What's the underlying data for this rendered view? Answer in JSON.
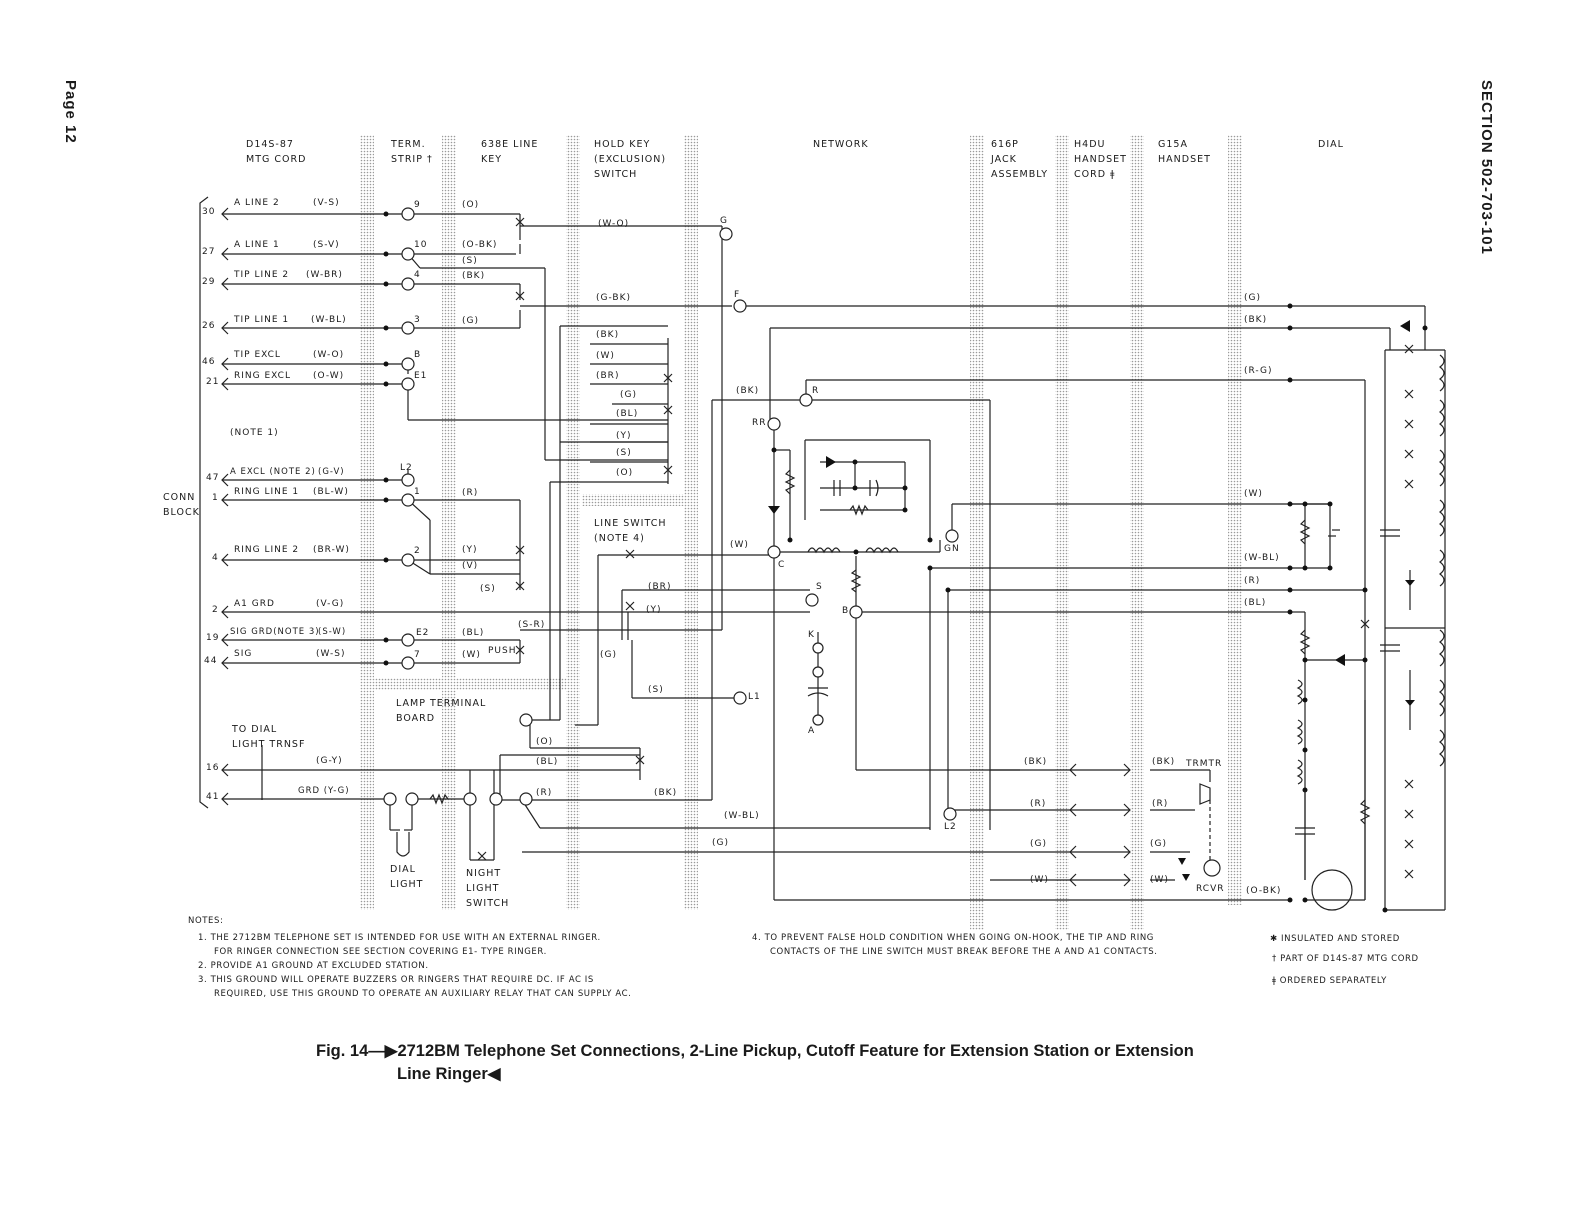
{
  "page_label": "Page 12",
  "section_label": "SECTION 502-703-101",
  "headers": {
    "mtg_cord": [
      "D14S-87",
      "MTG CORD"
    ],
    "term_strip": [
      "TERM.",
      "STRIP †"
    ],
    "line_key": [
      "638E LINE",
      "KEY"
    ],
    "hold_key": [
      "HOLD KEY",
      "(EXCLUSION)",
      "SWITCH"
    ],
    "network": [
      "NETWORK"
    ],
    "jack": [
      "616P",
      "JACK",
      "ASSEMBLY"
    ],
    "handset_cord": [
      "H4DU",
      "HANDSET",
      "CORD ǂ"
    ],
    "handset": [
      "G15A",
      "HANDSET"
    ],
    "dial": [
      "DIAL"
    ]
  },
  "conn_block": [
    "CONN",
    "BLOCK"
  ],
  "leads": [
    {
      "num": "30",
      "name": "A LINE 2",
      "color": "(V-S)",
      "term": "9",
      "key": "(O)"
    },
    {
      "num": "27",
      "name": "A LINE 1",
      "color": "(S-V)",
      "term": "10",
      "key": "(O-BK)"
    },
    {
      "num": "29",
      "name": "TIP LINE 2",
      "color": "(W-BR)",
      "term": "4",
      "key": "(BK)"
    },
    {
      "num": "26",
      "name": "TIP LINE 1",
      "color": "(W-BL)",
      "term": "3",
      "key": "(G)"
    },
    {
      "num": "46",
      "name": "TIP EXCL",
      "color": "(W-O)",
      "term": "B",
      "key": ""
    },
    {
      "num": "21",
      "name": "RING EXCL",
      "color": "(O-W)",
      "term": "E1",
      "key": ""
    },
    {
      "num": "47",
      "name": "A EXCL (NOTE 2)",
      "color": "(G-V)",
      "term": "L2",
      "key": ""
    },
    {
      "num": "1",
      "name": "RING LINE 1",
      "color": "(BL-W)",
      "term": "1",
      "key": "(R)"
    },
    {
      "num": "4",
      "name": "RING LINE 2",
      "color": "(BR-W)",
      "term": "2",
      "key": "(Y)"
    },
    {
      "num": "2",
      "name": "A1 GRD",
      "color": "(V-G)",
      "term": "",
      "key": ""
    },
    {
      "num": "19",
      "name": "SIG GRD(NOTE 3)",
      "color": "(S-W)",
      "term": "E2",
      "key": "(BL)"
    },
    {
      "num": "44",
      "name": "SIG",
      "color": "(W-S)",
      "term": "7",
      "key": "(W)"
    },
    {
      "num": "16",
      "name": "",
      "color": "(G-Y)",
      "term": "",
      "key": ""
    },
    {
      "num": "41",
      "name": "",
      "color": "GRD (Y-G)",
      "term": "",
      "key": ""
    }
  ],
  "misc": {
    "note1": "(NOTE 1)",
    "key_s": "(S)",
    "key_v": "(V)",
    "key_s2": "(S)",
    "push": "PUSH",
    "sr": "(S-R)",
    "lamp_board": [
      "LAMP TERMINAL",
      "BOARD"
    ],
    "to_dial": [
      "TO DIAL",
      "LIGHT TRNSF"
    ],
    "dial_light": [
      "DIAL",
      "LIGHT"
    ],
    "night_switch": [
      "NIGHT",
      "LIGHT",
      "SWITCH"
    ],
    "line_switch": [
      "LINE SWITCH",
      "(NOTE 4)"
    ],
    "hold_leads": [
      "(W-O)",
      "(G-BK)",
      "(BK)",
      "(W)",
      "(BR)",
      "(G)",
      "(BL)",
      "(Y)",
      "(S)",
      "(O)"
    ],
    "net_terms": [
      "G",
      "F",
      "R",
      "RR",
      "C",
      "GN",
      "B",
      "S",
      "K",
      "A",
      "L1",
      "L2"
    ],
    "dial_leads": [
      "(G)",
      "(BK)",
      "(R-G)",
      "(W)",
      "(W-BL)",
      "(R)",
      "(BL)",
      "(O-BK)"
    ],
    "handset_leads": [
      "(BK)",
      "(R)",
      "(G)",
      "(W)"
    ],
    "trmtr": "TRMTR",
    "rcvr": "RCVR",
    "misc_leads": [
      "(BK)",
      "(W)",
      "(BR)",
      "(Y)",
      "(G)",
      "(S)",
      "(O)",
      "(BL)",
      "(R)",
      "(W-BL)",
      "(G)",
      "(BK)"
    ]
  },
  "notes": {
    "heading": "NOTES:",
    "n1a": "1.  THE 2712BM TELEPHONE SET IS INTENDED FOR USE WITH AN EXTERNAL RINGER.",
    "n1b": "FOR RINGER CONNECTION SEE SECTION COVERING E1- TYPE RINGER.",
    "n2": "2.  PROVIDE A1 GROUND AT EXCLUDED STATION.",
    "n3a": "3.  THIS GROUND WILL OPERATE BUZZERS OR  RINGERS THAT REQUIRE DC.  IF AC IS",
    "n3b": "REQUIRED, USE THIS GROUND TO OPERATE AN AUXILIARY RELAY THAT CAN SUPPLY AC.",
    "n4a": "4.  TO PREVENT FALSE HOLD CONDITION WHEN GOING ON-HOOK, THE TIP AND RING",
    "n4b": "CONTACTS OF THE LINE SWITCH MUST BREAK BEFORE THE A AND A1 CONTACTS.",
    "legend1": "✱  INSULATED AND STORED",
    "legend2": "†  PART OF D14S-87 MTG CORD",
    "legend3": "ǂ  ORDERED SEPARATELY"
  },
  "caption": {
    "line1": "Fig. 14—▶2712BM Telephone Set Connections, 2-Line Pickup, Cutoff Feature for Extension Station or Extension",
    "line2": "Line Ringer◀"
  }
}
